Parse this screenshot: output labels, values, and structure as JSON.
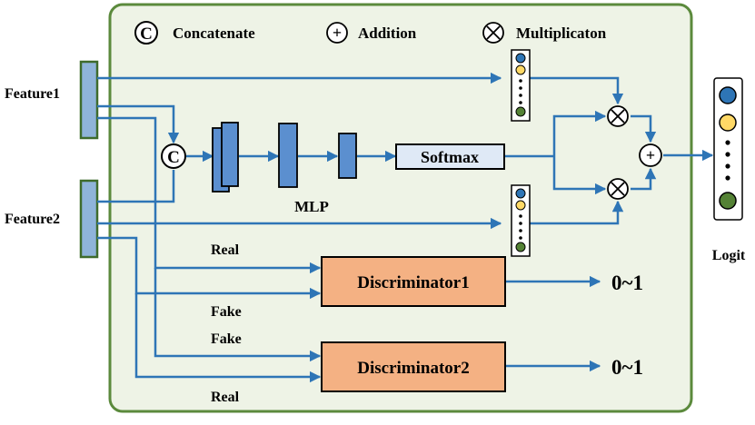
{
  "legend": {
    "concat_symbol": "C",
    "concat_label": "Concatenate",
    "add_symbol": "+",
    "add_label": "Addition",
    "mul_symbol": "⊗",
    "mul_label": "Multiplicaton"
  },
  "inputs": {
    "feature1": "Feature1",
    "feature2": "Feature2"
  },
  "nodes": {
    "concat_symbol": "C",
    "mlp_label": "MLP",
    "softmax_label": "Softmax",
    "add_symbol": "+",
    "mul_symbol": "⊗"
  },
  "discriminators": {
    "d1_label": "Discriminator1",
    "d2_label": "Discriminator2",
    "d1_output": "0~1",
    "d2_output": "0~1",
    "real_top": "Real",
    "fake_top": "Fake",
    "fake_bottom": "Fake",
    "real_bottom": "Real"
  },
  "output": {
    "logit_label": "Logit"
  },
  "colors": {
    "panel_border": "#5b8a3c",
    "panel_fill": "#eef3e6",
    "arrow": "#2e75b6",
    "feature_fill": "#8fb4d9",
    "feature_border": "#3e6b2c",
    "mlp_fill": "#5b8fcf",
    "softmax_fill": "#dfe9f6",
    "disc_fill": "#f4b183",
    "dot_blue": "#2e75b6",
    "dot_yellow": "#ffd966",
    "dot_green": "#548235"
  }
}
